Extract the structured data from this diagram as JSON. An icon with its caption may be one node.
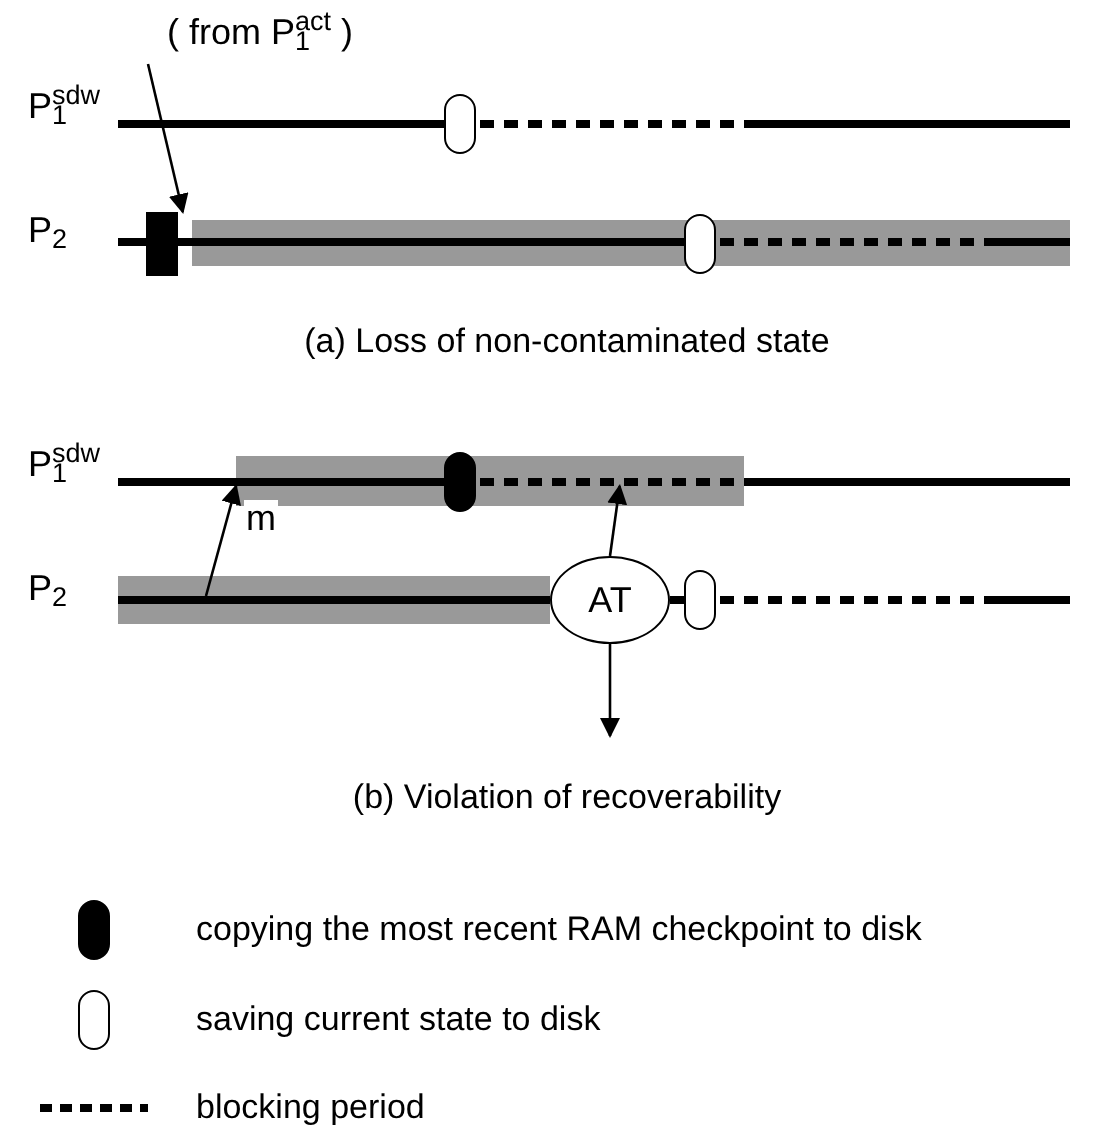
{
  "diagram": {
    "nodes": [
      {
        "text": [
          "( from P$_{1}$$^{act}$ )"
        ]
      },
      {
        "text": [],
        "shape": "line",
        "beside": [
          "P$_{1}$$^{sdw}$"
        ]
      },
      {
        "text": [],
        "shape": "line",
        "beside": [
          "P$_{2}$"
        ]
      },
      {
        "text": [],
        "shape": "box"
      },
      {
        "text": [],
        "shape": "line",
        "beside": [
          "P$_{1}$$^{sdw}$"
        ]
      },
      {
        "text": [],
        "shape": "line",
        "beside": [
          "P$_{2}$"
        ]
      },
      {
        "text": [
          "AT"
        ]
      }
    ],
    "edges": [
      {
        "from": 0,
        "to": 3,
        "arrow": "to"
      },
      {
        "from": 5,
        "to": 4,
        "arrow": "to",
        "label": "m"
      },
      {
        "from": 6,
        "to": 4,
        "arrow": "to"
      },
      {
        "from": 6,
        "to": null,
        "arrow": "to"
      }
    ],
    "labels": [
      "(a) Loss of non-contaminated state",
      "(b) Violation of recoverability"
    ],
    "legend": [
      {
        "text": "copying the most recent RAM checkpoint to disk"
      },
      {
        "text": "saving current state to disk"
      },
      {
        "text": "blocking period"
      }
    ]
  }
}
